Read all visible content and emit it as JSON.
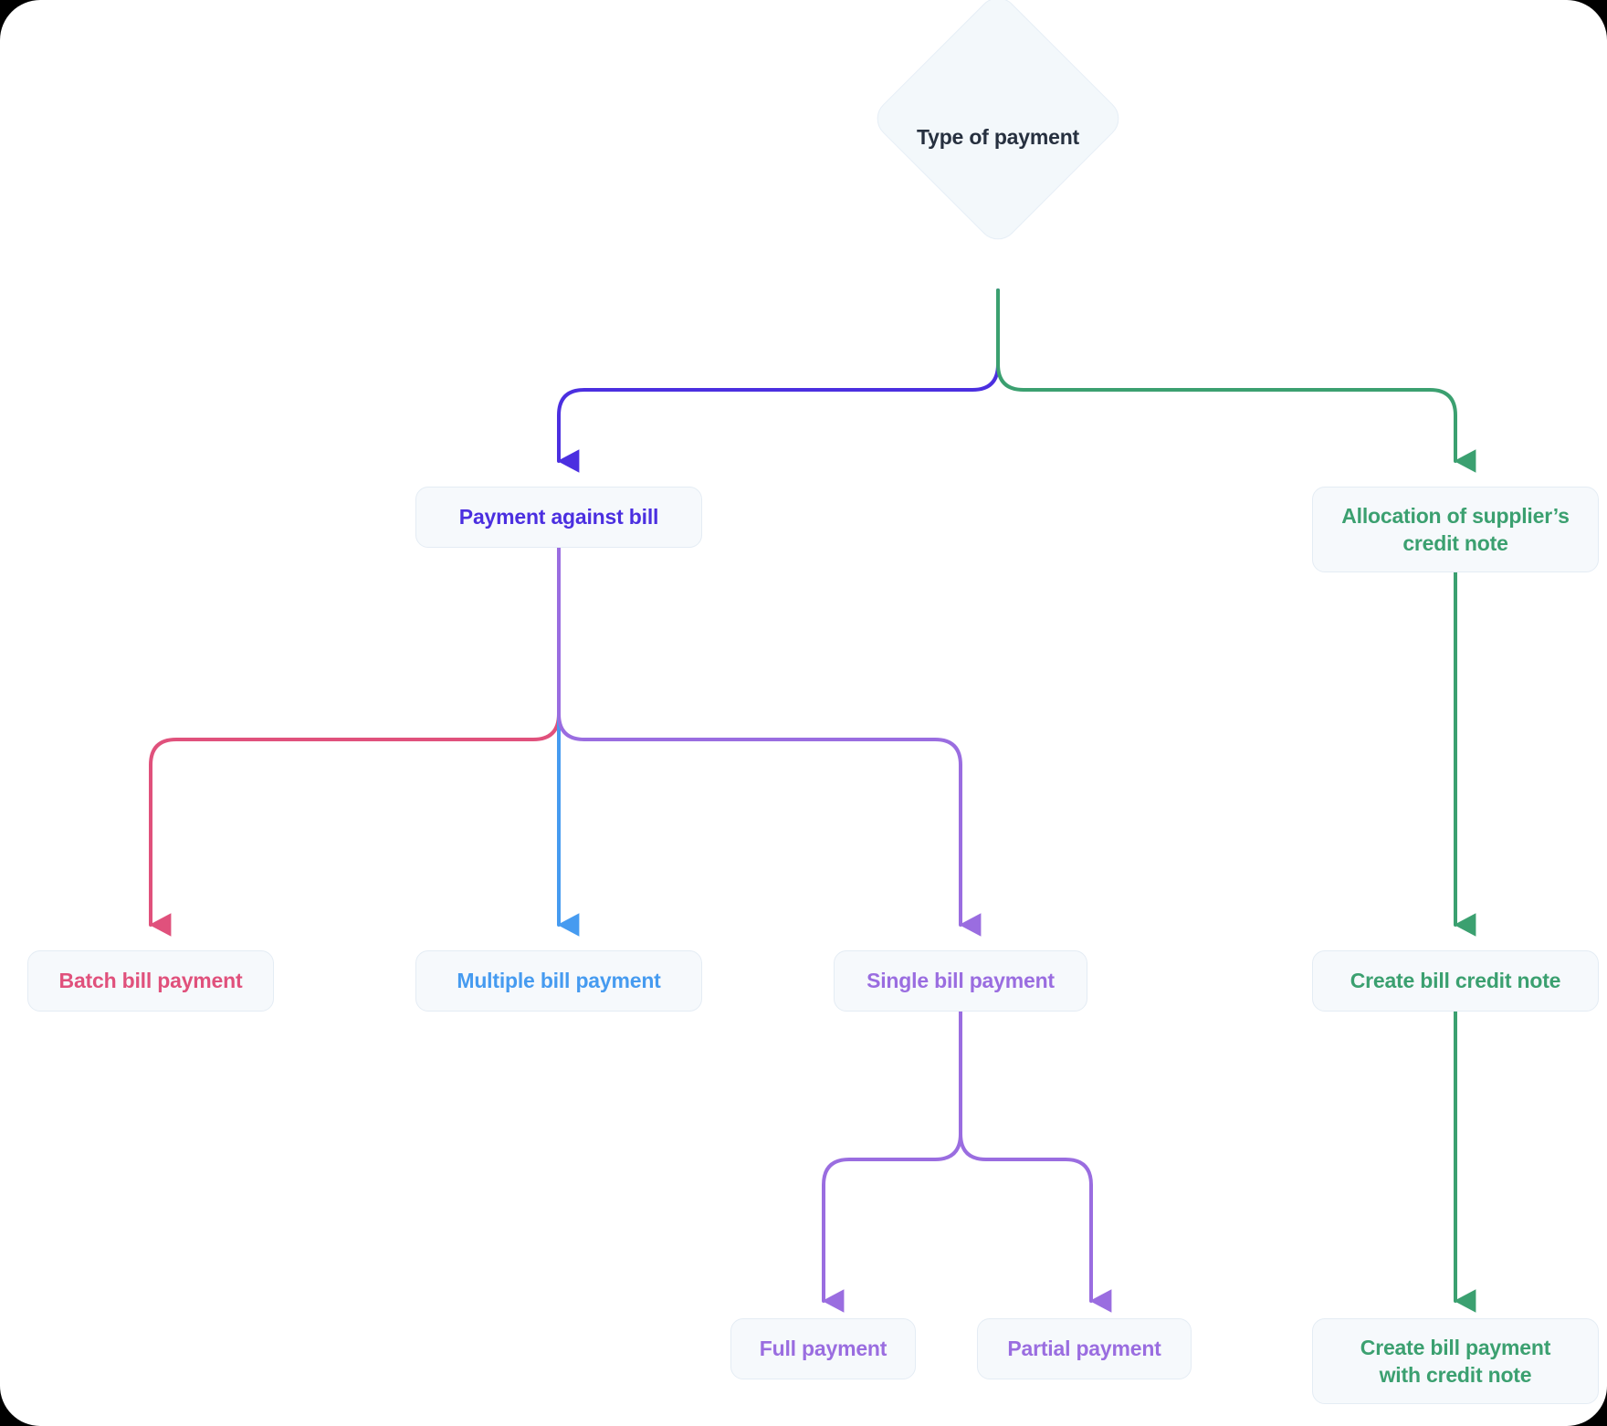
{
  "diagram": {
    "title": "Type of payment flow",
    "background": "#ffffff",
    "node_fill": "#f6f9fc",
    "node_border": "#e4ecf4"
  },
  "colors": {
    "root_text": "#26303f",
    "indigo": "#4b2fe0",
    "green": "#3ba070",
    "blue": "#469bf0",
    "pink": "#e0517c",
    "purple": "#9a6de0"
  },
  "nodes": {
    "root": {
      "label": "Type of payment",
      "shape": "diamond",
      "color": "#26303f"
    },
    "payment_against_bill": {
      "label": "Payment against bill",
      "color": "#4b2fe0"
    },
    "allocation_credit_note": {
      "label": "Allocation of supplier’s credit note",
      "line1": "Allocation of supplier’s",
      "line2": "credit note",
      "color": "#3ba070"
    },
    "batch_bill_payment": {
      "label": "Batch bill payment",
      "color": "#e0517c"
    },
    "multiple_bill_payment": {
      "label": "Multiple bill payment",
      "color": "#469bf0"
    },
    "single_bill_payment": {
      "label": "Single bill payment",
      "color": "#9a6de0"
    },
    "create_bill_credit_note": {
      "label": "Create bill credit note",
      "color": "#3ba070"
    },
    "full_payment": {
      "label": "Full payment",
      "color": "#9a6de0"
    },
    "partial_payment": {
      "label": "Partial payment",
      "color": "#9a6de0"
    },
    "create_bill_payment_with_credit_note": {
      "label": "Create bill payment with credit note",
      "line1": "Create bill payment",
      "line2": "with credit note",
      "color": "#3ba070"
    }
  },
  "edges": [
    {
      "from": "root",
      "to": "payment_against_bill",
      "color": "#4b2fe0"
    },
    {
      "from": "root",
      "to": "allocation_credit_note",
      "color": "#3ba070"
    },
    {
      "from": "payment_against_bill",
      "to": "batch_bill_payment",
      "color": "#e0517c"
    },
    {
      "from": "payment_against_bill",
      "to": "multiple_bill_payment",
      "color": "#469bf0"
    },
    {
      "from": "payment_against_bill",
      "to": "single_bill_payment",
      "color": "#9a6de0"
    },
    {
      "from": "allocation_credit_note",
      "to": "create_bill_credit_note",
      "color": "#3ba070"
    },
    {
      "from": "single_bill_payment",
      "to": "full_payment",
      "color": "#9a6de0"
    },
    {
      "from": "single_bill_payment",
      "to": "partial_payment",
      "color": "#9a6de0"
    },
    {
      "from": "create_bill_credit_note",
      "to": "create_bill_payment_with_credit_note",
      "color": "#3ba070"
    }
  ]
}
